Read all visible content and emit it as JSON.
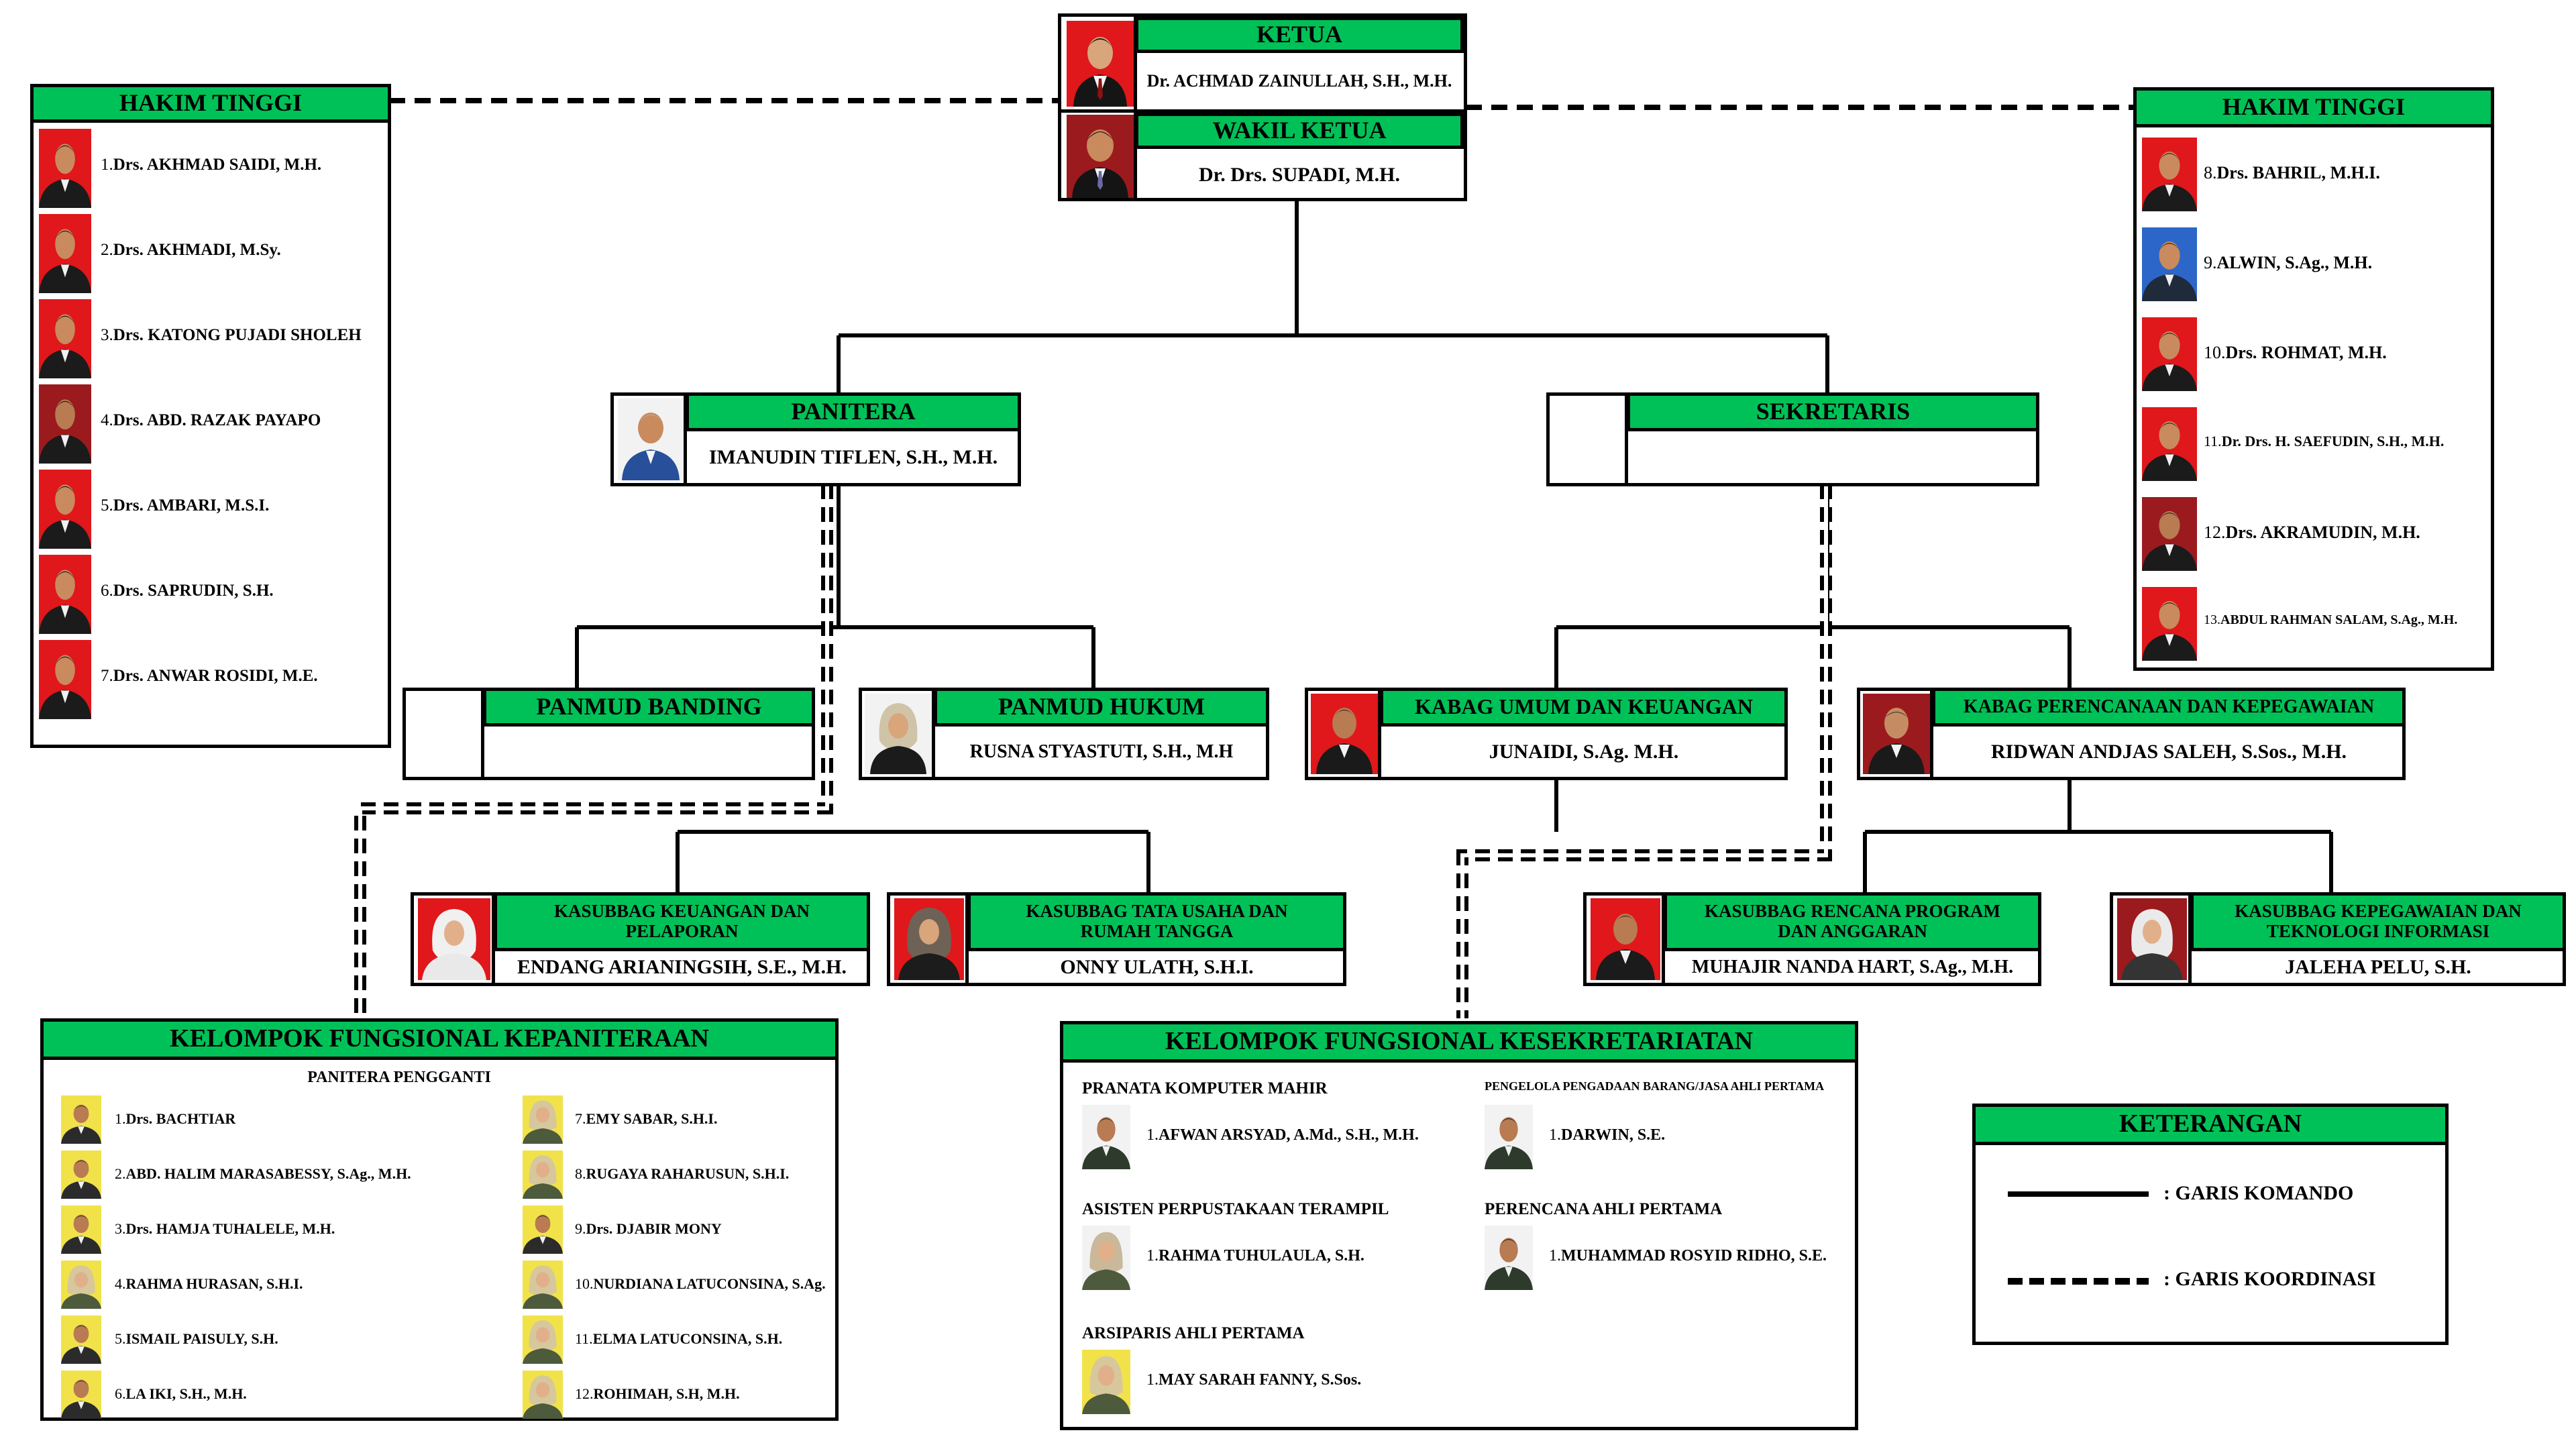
{
  "colors": {
    "header_green": "#00c157",
    "photo_red": "#e0171b",
    "photo_dark_red": "#9b1a1e",
    "photo_blue": "#2c66c9",
    "photo_yellow": "#f1e24a",
    "photo_white": "#f2f2f2"
  },
  "top": {
    "ketua": {
      "title": "KETUA",
      "name": "Dr. ACHMAD ZAINULLAH, S.H., M.H."
    },
    "wakil": {
      "title": "WAKIL KETUA",
      "name": "Dr. Drs. SUPADI, M.H."
    }
  },
  "hakim_left": {
    "title": "HAKIM TINGGI",
    "items": [
      {
        "num": "1.",
        "name": "Drs. AKHMAD SAIDI, M.H."
      },
      {
        "num": "2.",
        "name": "Drs. AKHMADI, M.Sy."
      },
      {
        "num": "3.",
        "name": "Drs. KATONG PUJADI SHOLEH"
      },
      {
        "num": "4.",
        "name": "Drs. ABD. RAZAK PAYAPO"
      },
      {
        "num": "5.",
        "name": "Drs. AMBARI, M.S.I."
      },
      {
        "num": "6.",
        "name": "Drs. SAPRUDIN, S.H."
      },
      {
        "num": "7.",
        "name": "Drs. ANWAR ROSIDI, M.E."
      }
    ]
  },
  "hakim_right": {
    "title": "HAKIM TINGGI",
    "items": [
      {
        "num": "8.",
        "name": "Drs. BAHRIL, M.H.I."
      },
      {
        "num": "9.",
        "name": "ALWIN, S.Ag., M.H."
      },
      {
        "num": "10.",
        "name": "Drs. ROHMAT, M.H."
      },
      {
        "num": "11.",
        "name": "Dr. Drs. H. SAEFUDIN, S.H., M.H."
      },
      {
        "num": "12.",
        "name": "Drs. AKRAMUDIN, M.H."
      },
      {
        "num": "13.",
        "name": "ABDUL RAHMAN SALAM, S.Ag., M.H."
      }
    ]
  },
  "panitera": {
    "title": "PANITERA",
    "name": "IMANUDIN TIFLEN, S.H., M.H."
  },
  "sekretaris": {
    "title": "SEKRETARIS",
    "name": ""
  },
  "panmud_banding": {
    "title": "PANMUD BANDING",
    "name": ""
  },
  "panmud_hukum": {
    "title": "PANMUD HUKUM",
    "name": "RUSNA STYASTUTI, S.H., M.H"
  },
  "kabag_umum": {
    "title": "KABAG UMUM DAN KEUANGAN",
    "name": "JUNAIDI, S.Ag. M.H."
  },
  "kabag_ren": {
    "title": "KABAG PERENCANAAN DAN KEPEGAWAIAN",
    "name": "RIDWAN ANDJAS SALEH, S.Sos., M.H."
  },
  "kasubbag_keu": {
    "title": "KASUBBAG KEUANGAN DAN PELAPORAN",
    "name": "ENDANG ARIANINGSIH, S.E., M.H."
  },
  "kasubbag_tu": {
    "title": "KASUBBAG TATA USAHA DAN RUMAH TANGGA",
    "name": "ONNY ULATH, S.H.I."
  },
  "kasubbag_ren": {
    "title": "KASUBBAG RENCANA PROGRAM DAN ANGGARAN",
    "name": "MUHAJIR NANDA HART, S.Ag., M.H."
  },
  "kasubbag_peg": {
    "title": "KASUBBAG KEPEGAWAIAN DAN TEKNOLOGI INFORMASI",
    "name": "JALEHA PELU, S.H."
  },
  "kepaniteraan": {
    "title": "KELOMPOK FUNGSIONAL KEPANITERAAN",
    "subtitle": "PANITERA PENGGANTI",
    "left": [
      {
        "num": "1.",
        "name": "Drs. BACHTIAR"
      },
      {
        "num": "2.",
        "name": "ABD. HALIM MARASABESSY, S.Ag., M.H."
      },
      {
        "num": "3.",
        "name": "Drs. HAMJA TUHALELE, M.H."
      },
      {
        "num": "4.",
        "name": "RAHMA HURASAN, S.H.I."
      },
      {
        "num": "5.",
        "name": "ISMAIL PAISULY, S.H."
      },
      {
        "num": "6.",
        "name": "LA IKI, S.H., M.H."
      }
    ],
    "right": [
      {
        "num": "7.",
        "name": "EMY SABAR, S.H.I."
      },
      {
        "num": "8.",
        "name": "RUGAYA RAHARUSUN, S.H.I."
      },
      {
        "num": "9.",
        "name": "Drs. DJABIR MONY"
      },
      {
        "num": "10.",
        "name": "NURDIANA LATUCONSINA, S.Ag."
      },
      {
        "num": "11.",
        "name": "ELMA LATUCONSINA, S.H."
      },
      {
        "num": "12.",
        "name": "ROHIMAH, S.H, M.H."
      }
    ]
  },
  "kesekretariatan": {
    "title": "KELOMPOK FUNGSIONAL KESEKRETARIATAN",
    "groups": [
      {
        "title": "PRANATA KOMPUTER MAHIR",
        "num": "1.",
        "name": "AFWAN ARSYAD, A.Md., S.H., M.H."
      },
      {
        "title": "ASISTEN PERPUSTAKAAN TERAMPIL",
        "num": "1.",
        "name": "RAHMA TUHULAULA, S.H."
      },
      {
        "title": "ARSIPARIS AHLI PERTAMA",
        "num": "1.",
        "name": "MAY SARAH FANNY, S.Sos."
      },
      {
        "title": "PENGELOLA PENGADAAN BARANG/JASA AHLI PERTAMA",
        "num": "1.",
        "name": "DARWIN, S.E."
      },
      {
        "title": "PERENCANA AHLI PERTAMA",
        "num": "1.",
        "name": "MUHAMMAD ROSYID RIDHO, S.E."
      }
    ]
  },
  "legend": {
    "title": "KETERANGAN",
    "komando": ": GARIS KOMANDO",
    "koordinasi": ": GARIS KOORDINASI"
  }
}
